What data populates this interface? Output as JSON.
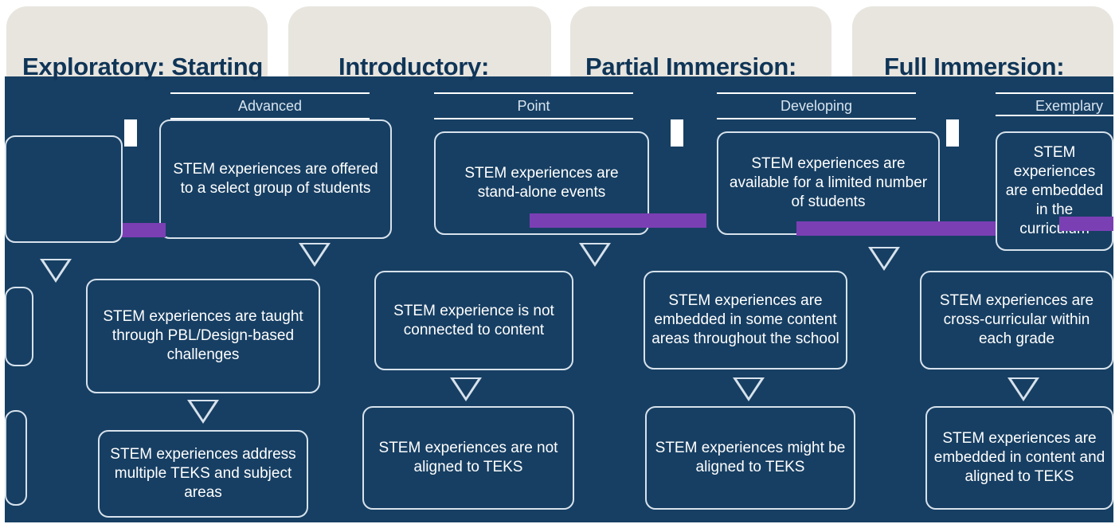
{
  "headers": [
    {
      "title": "Exploratory: Starting"
    },
    {
      "title": "Introductory:"
    },
    {
      "title": "Partial Immersion:"
    },
    {
      "title": "Full Immersion:"
    }
  ],
  "levels": [
    "Advanced",
    "Point",
    "Developing",
    "Exemplary"
  ],
  "columns": [
    {
      "box1": "STEM experiences are offered to a select group of students",
      "box2": "STEM experiences are taught through PBL/Design-based challenges",
      "box3": "STEM experiences address multiple TEKS and subject areas"
    },
    {
      "box1": "STEM experiences are stand-alone events",
      "box2": "STEM experience is not connected to content",
      "box3": "STEM experiences are not aligned to TEKS"
    },
    {
      "box1": "STEM experiences are available for a limited number of students",
      "box2": "STEM experiences are embedded in some content areas throughout the school",
      "box3": "STEM experiences might be aligned to TEKS"
    },
    {
      "box1": "STEM experiences are embedded in the curriculum",
      "box2": "STEM experiences are cross-curricular within each grade",
      "box3": "STEM experiences are embedded in content and aligned to TEKS"
    }
  ]
}
